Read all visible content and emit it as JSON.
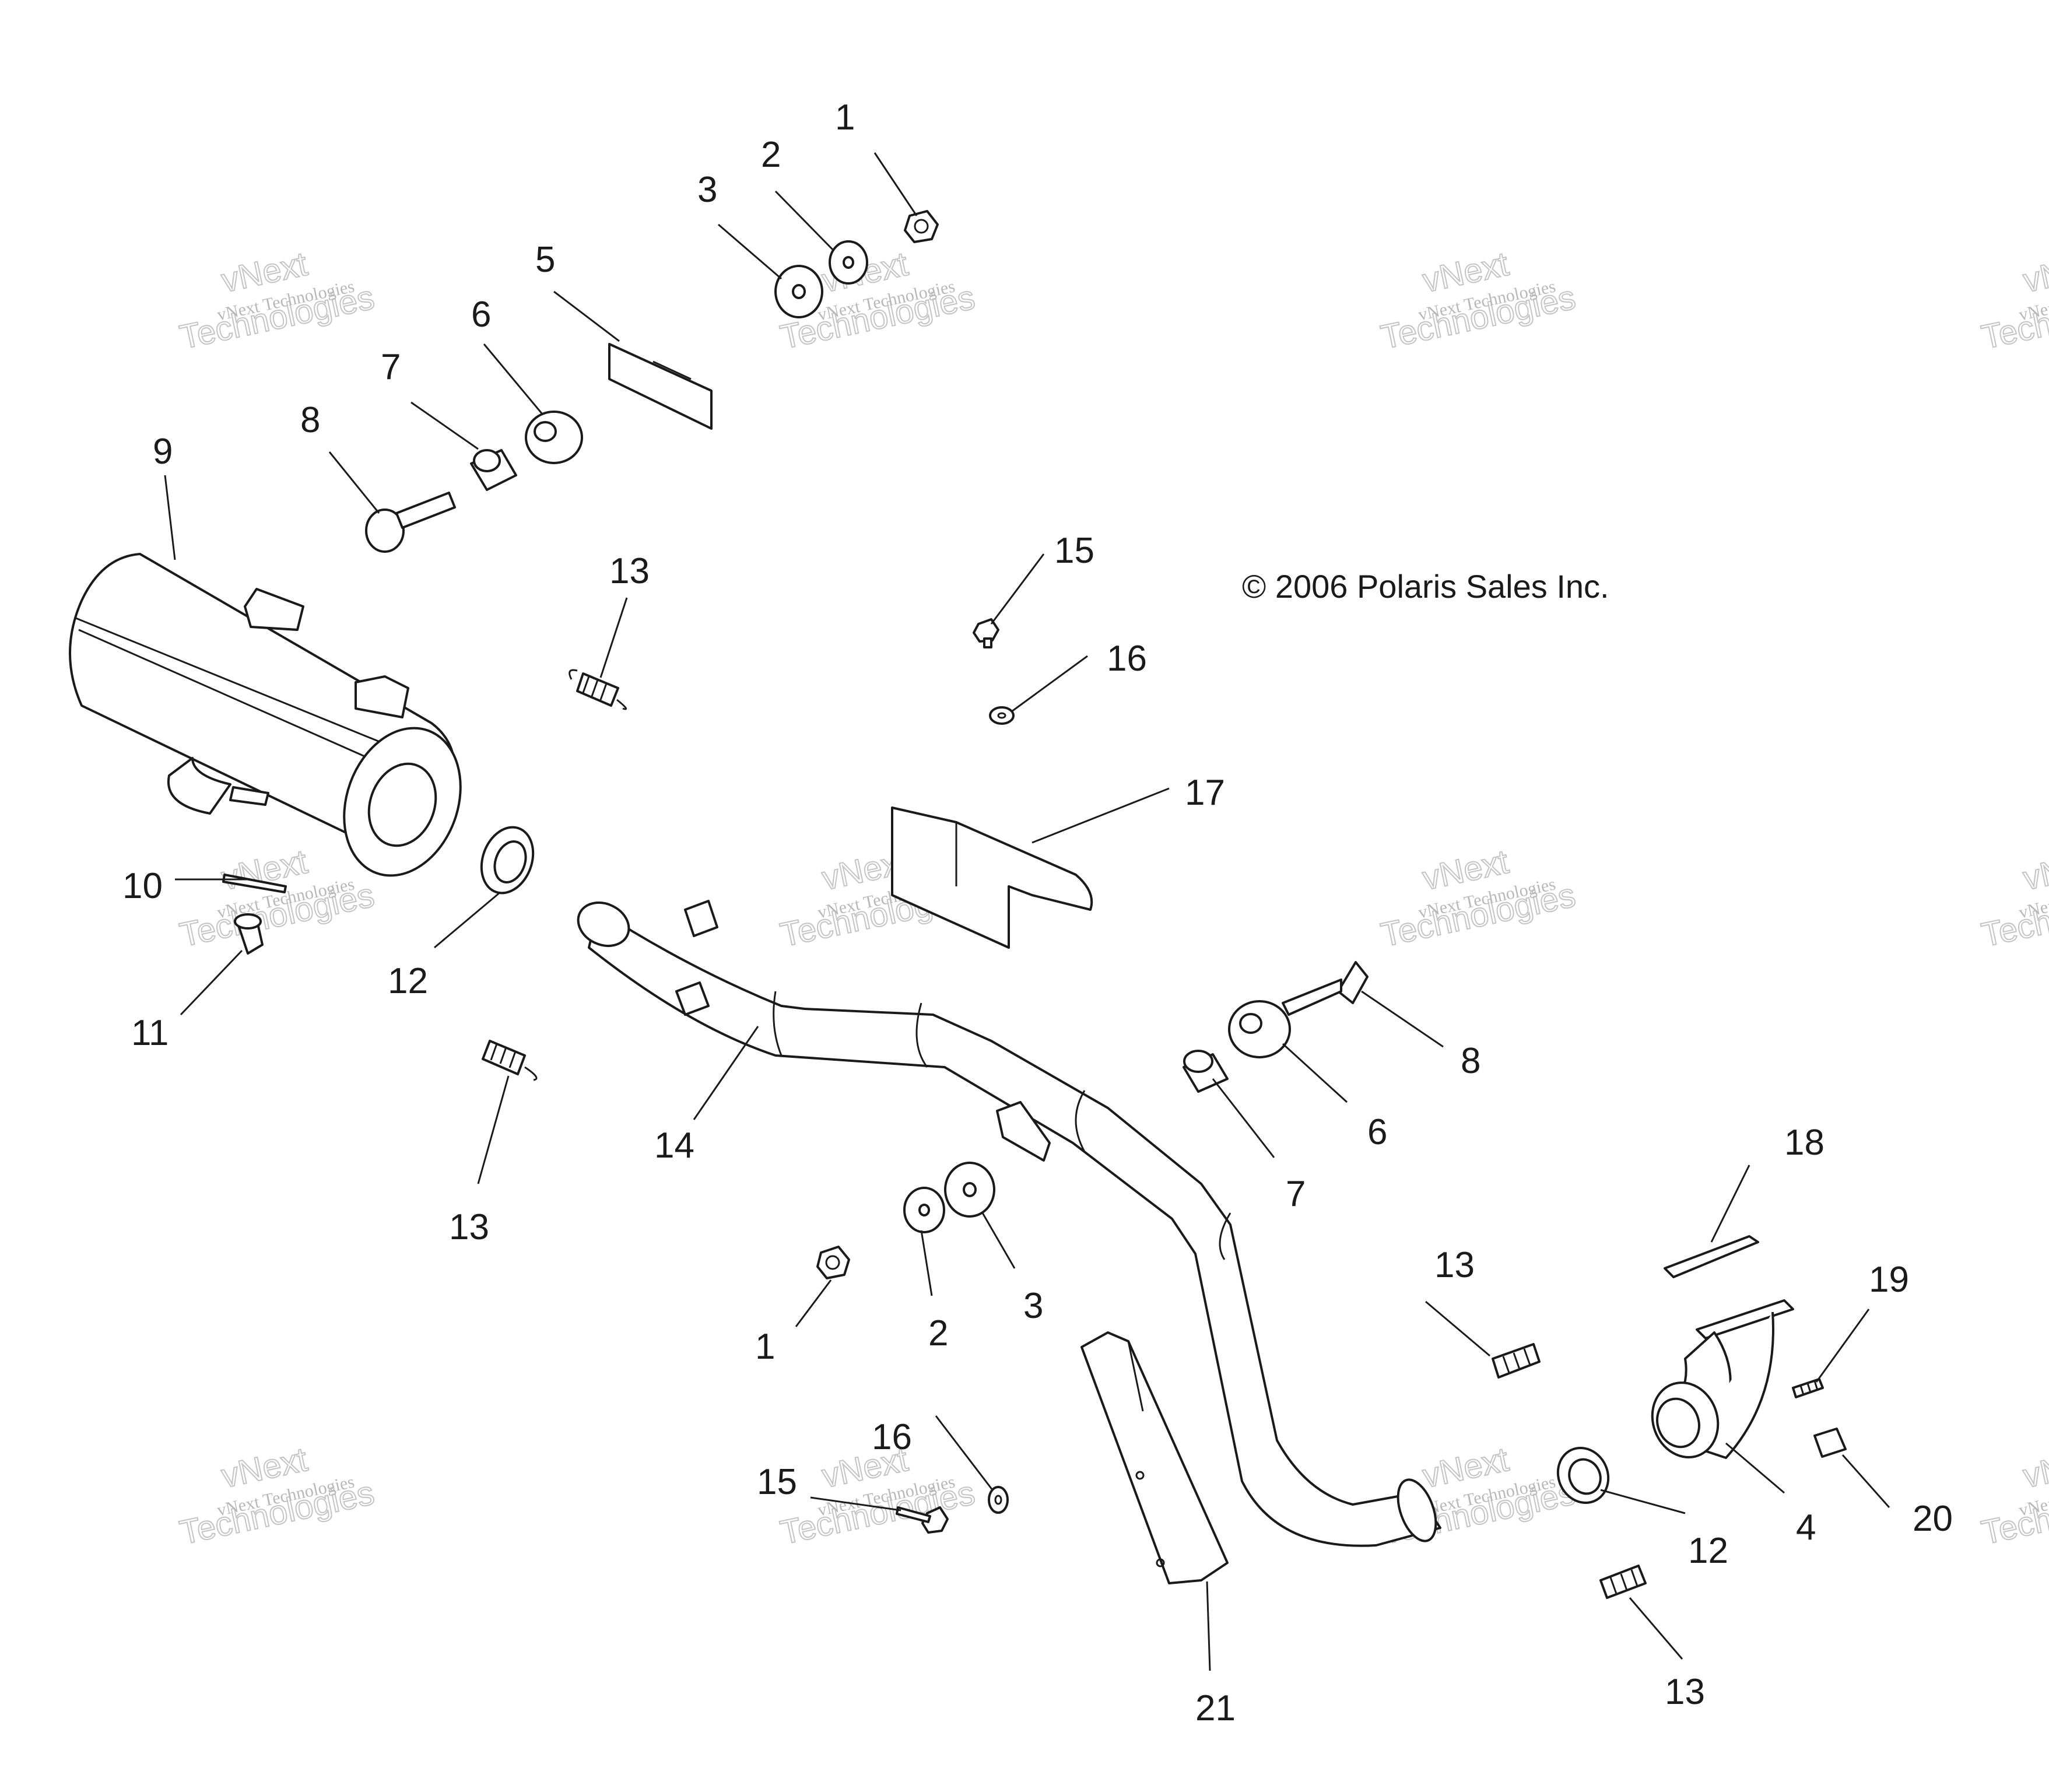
{
  "copyright": "© 2006 Polaris Sales Inc.",
  "watermark": {
    "line1": "vNext Technologies",
    "line2": "vNext",
    "line3": "Technologies"
  },
  "callouts": [
    "1",
    "2",
    "3",
    "5",
    "6",
    "7",
    "8",
    "9",
    "13",
    "15",
    "16",
    "17",
    "10",
    "12",
    "11",
    "14",
    "8",
    "6",
    "7",
    "13",
    "18",
    "3",
    "2",
    "1",
    "13",
    "19",
    "16",
    "15",
    "12",
    "4",
    "20",
    "21",
    "13"
  ]
}
